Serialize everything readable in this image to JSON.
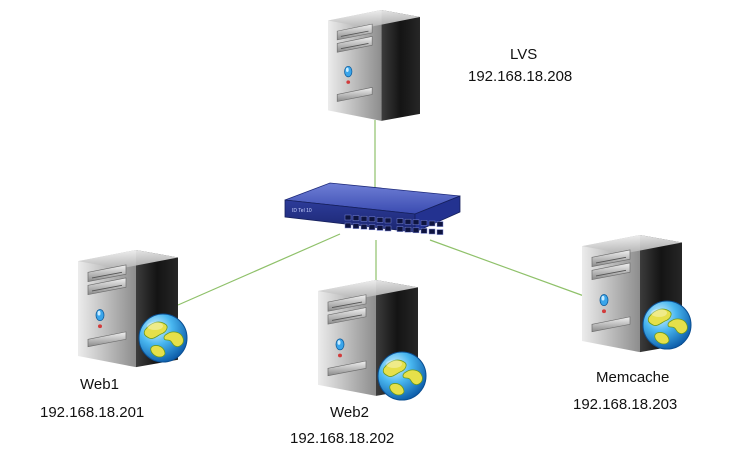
{
  "diagram": {
    "link_color": "#8fc16a",
    "nodes": {
      "lvs": {
        "name": "LVS",
        "ip": "192.168.18.208",
        "icon": "server-icon"
      },
      "web1": {
        "name": "Web1",
        "ip": "192.168.18.201",
        "icon": "server-globe-icon"
      },
      "web2": {
        "name": "Web2",
        "ip": "192.168.18.202",
        "icon": "server-globe-icon"
      },
      "memcache": {
        "name": "Memcache",
        "ip": "192.168.18.203",
        "icon": "server-globe-icon"
      }
    },
    "switch": {
      "icon": "network-switch-icon"
    }
  }
}
